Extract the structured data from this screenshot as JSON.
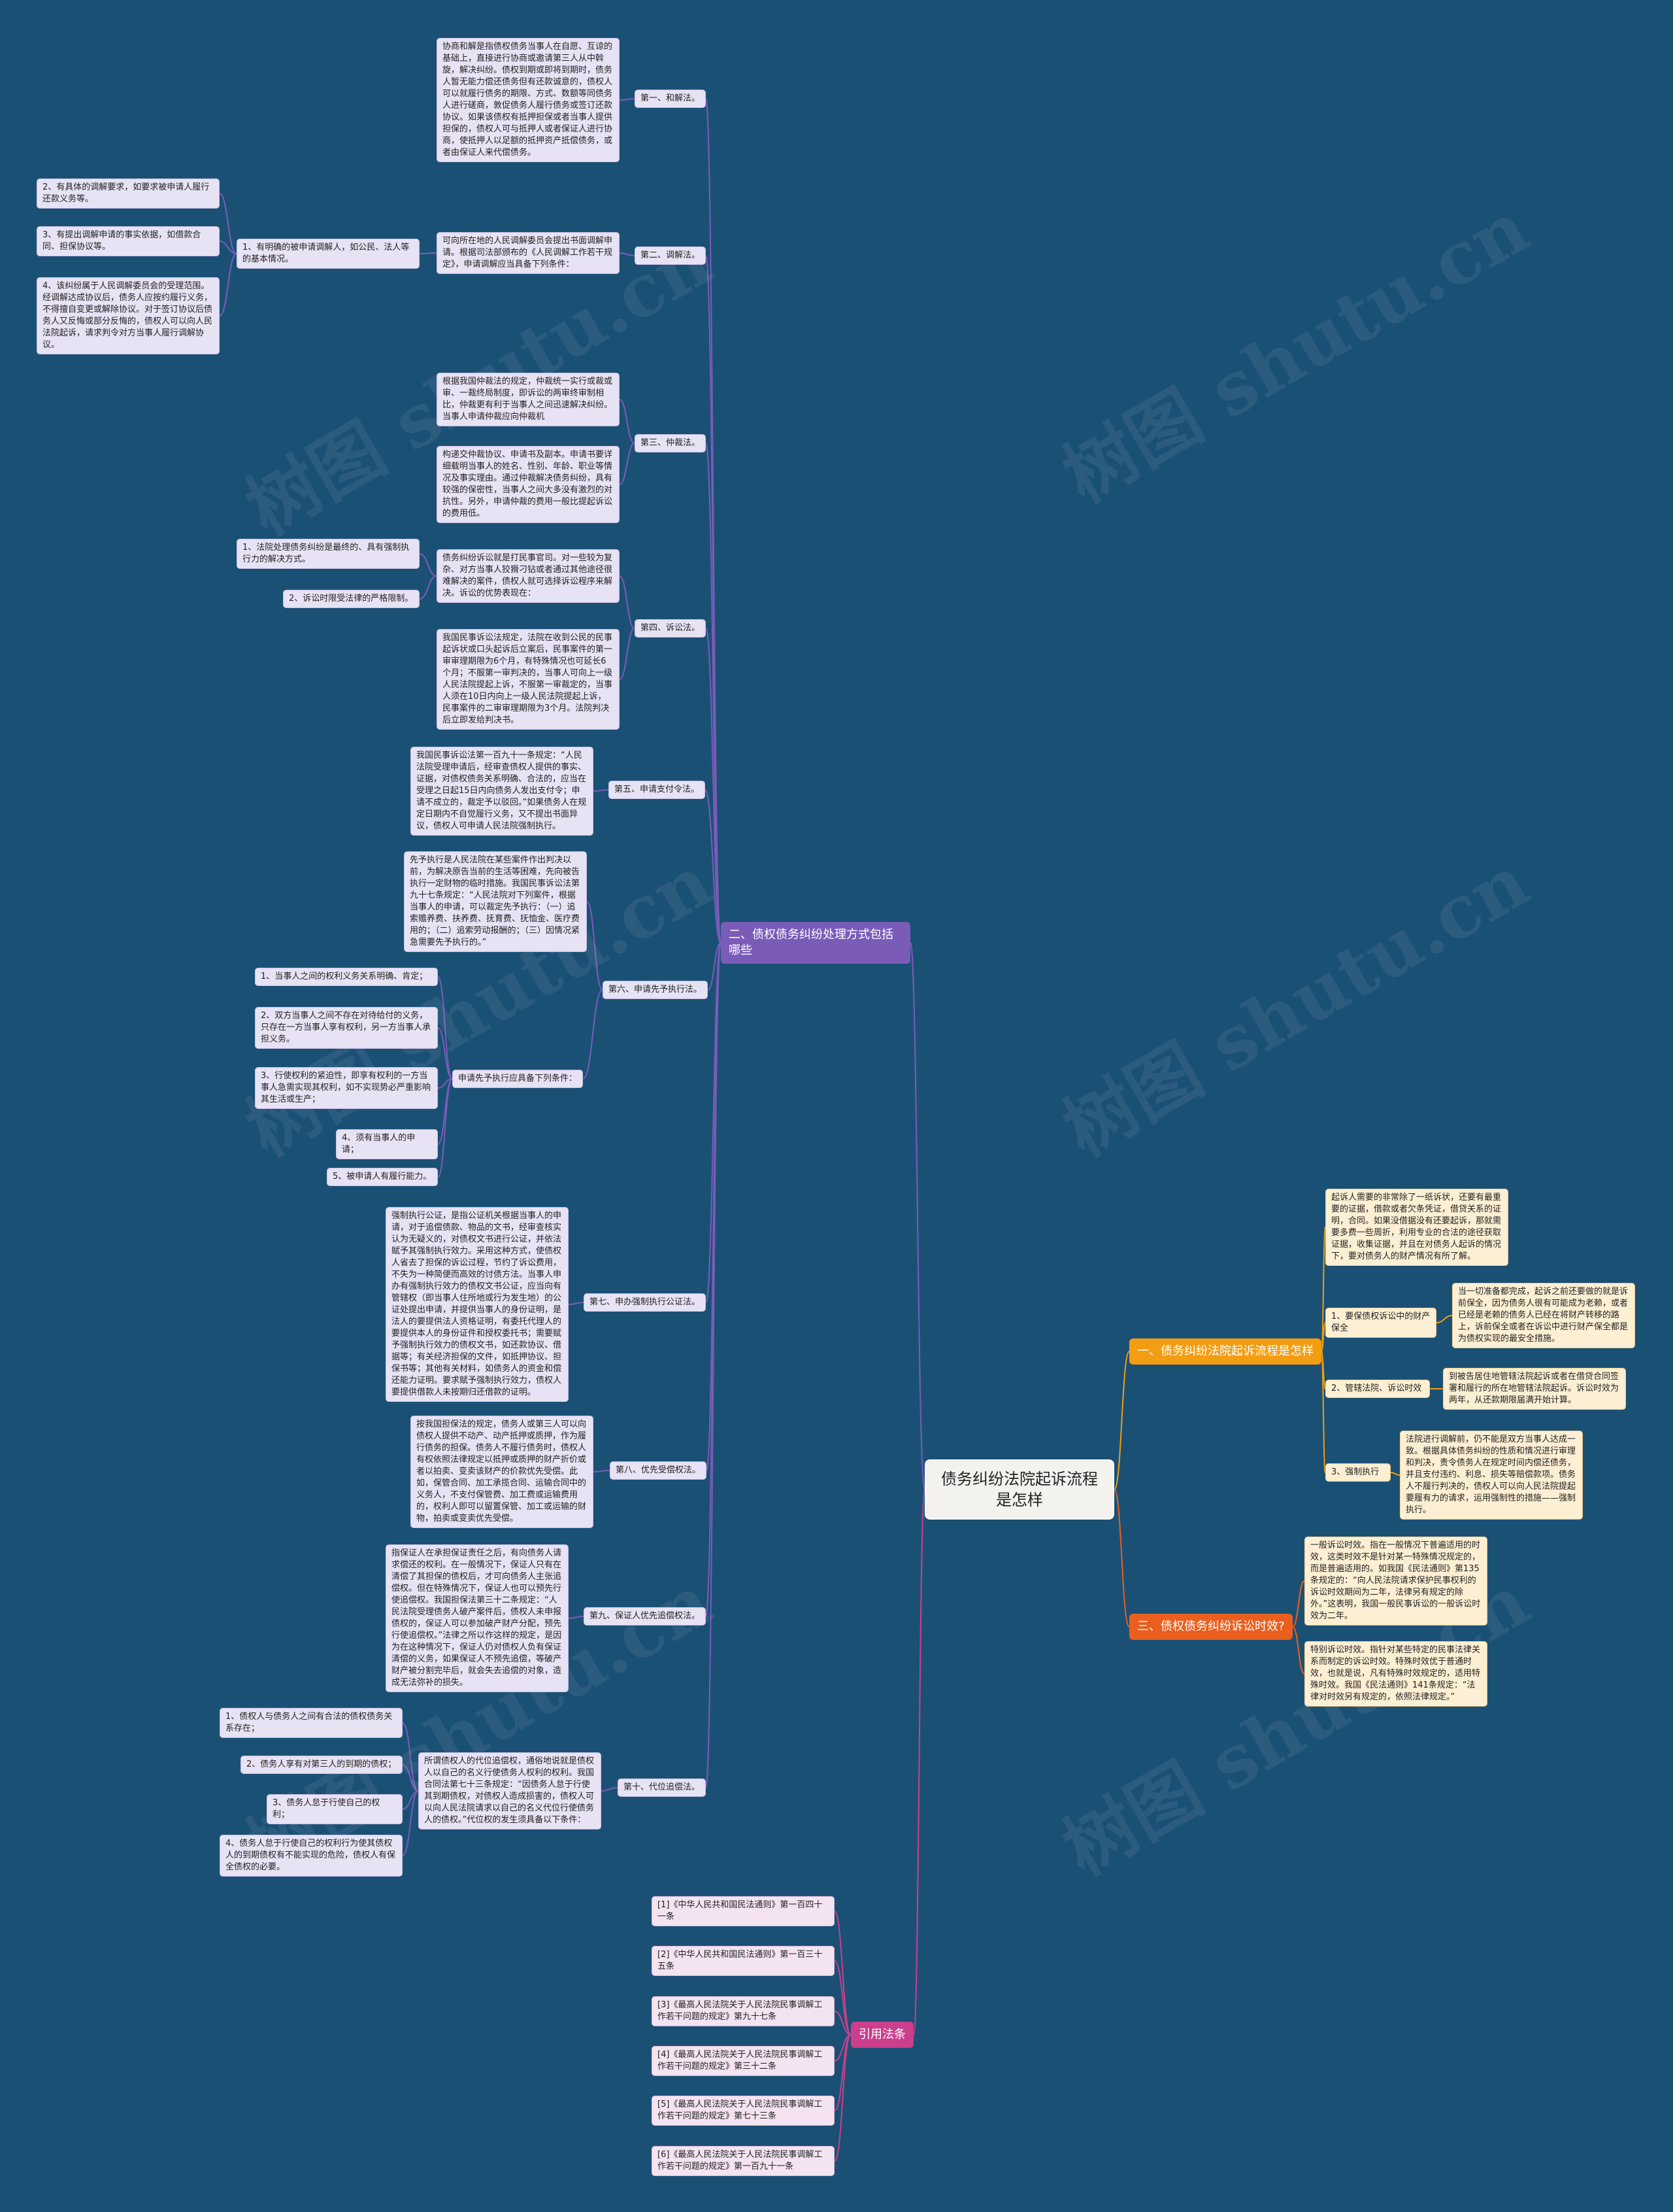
{
  "root": "债务纠纷法院起诉流程是怎样",
  "watermark": "树图 shutu.cn",
  "colors": {
    "background": "#1b5075",
    "purple": "#7a5cb8",
    "orange": "#f29d12",
    "red": "#ea5f1e",
    "pink": "#cb3f8c"
  },
  "branch2": {
    "title": "二、债权债务纠纷处理方式包括哪些",
    "items": [
      {
        "label": "第一、和解法。",
        "texts": [
          "协商和解是指债权债务当事人在自愿、互谅的基础上，直接进行协商或邀请第三人从中斡旋，解决纠纷。债权到期或即将到期时，债务人暂无能力偿还债务但有还款诚意的，债权人可以就履行债务的期限、方式、数额等同债务人进行磋商，敦促债务人履行债务或签订还款协议。如果该债权有抵押担保或者当事人提供担保的，债权人可与抵押人或者保证人进行协商，使抵押人以足额的抵押资产抵偿债务，或者由保证人来代偿债务。"
        ]
      },
      {
        "label": "第二、调解法。",
        "texts": [
          "可向所在地的人民调解委员会提出书面调解申请。根据司法部颁布的《人民调解工作若干规定》，申请调解应当具备下列条件："
        ],
        "sub": {
          "label": "1、有明确的被申请调解人，如公民、法人等的基本情况。",
          "texts": [
            "2、有具体的调解要求，如要求被申请人履行还款义务等。",
            "3、有提出调解申请的事实依据，如借款合同、担保协议等。",
            "4、该纠纷属于人民调解委员会的受理范围。经调解达成协议后，债务人应按约履行义务，不得擅自变更或解除协议。对于签订协议后债务人又反悔或部分反悔的，债权人可以向人民法院起诉，请求判令对方当事人履行调解协议。"
          ]
        }
      },
      {
        "label": "第三、仲裁法。",
        "texts": [
          "根据我国仲裁法的规定，仲裁统一实行或裁或审、一裁终局制度，即诉讼的两审终审制相比，仲裁更有利于当事人之间迅速解决纠纷。当事人申请仲裁应向仲裁机",
          "构递交仲裁协议、申请书及副本。申请书要详细载明当事人的姓名、性别、年龄、职业等情况及事实理由。通过仲裁解决债务纠纷，具有较强的保密性，当事人之间大多没有激烈的对抗性。另外，申请仲裁的费用一般比提起诉讼的费用低。"
        ]
      },
      {
        "label": "第四、诉讼法。",
        "texts": [
          "债务纠纷诉讼就是打民事官司。对一些较为复杂、对方当事人狡猾刁钻或者通过其他途径很难解决的案件，债权人就可选择诉讼程序来解决。诉讼的优势表现在：",
          "我国民事诉讼法规定，法院在收到公民的民事起诉状或口头起诉后立案后，民事案件的第一审审理期限为6个月，有特殊情况也可延长6个月；不服第一审判决的，当事人可向上一级人民法院提起上诉，不服第一审裁定的，当事人须在10日内向上一级人民法院提起上诉，民事案件的二审审理期限为3个月。法院判决后立即发给判决书。"
        ],
        "notes": [
          "1、法院处理债务纠纷是最终的、具有强制执行力的解决方式。",
          "2、诉讼时限受法律的严格限制。"
        ]
      },
      {
        "label": "第五、申请支付令法。",
        "texts": [
          "我国民事诉讼法第一百九十一条规定：“人民法院受理申请后，经审查债权人提供的事实、证据，对债权债务关系明确、合法的，应当在受理之日起15日内向债务人发出支付令；申请不成立的，裁定予以驳回。”如果债务人在规定日期内不自觉履行义务，又不提出书面异议，债权人可申请人民法院强制执行。"
        ]
      },
      {
        "label": "第六、申请先予执行法。",
        "texts": [
          "先予执行是人民法院在某些案件作出判决以前，为解决原告当前的生活等困难，先向被告执行一定财物的临时措施。我国民事诉讼法第九十七条规定：“人民法院对下列案件，根据当事人的申请，可以裁定先予执行：（一）追索赡养费、扶养费、抚育费、抚恤金、医疗费用的；（二）追索劳动报酬的；（三）因情况紧急需要先予执行的。”"
        ],
        "sub": {
          "label": "申请先予执行应具备下列条件：",
          "texts": [
            "1、当事人之间的权利义务关系明确、肯定；",
            "2、双方当事人之间不存在对待给付的义务，只存在一方当事人享有权利，另一方当事人承担义务。",
            "3、行使权利的紧迫性，即享有权利的一方当事人急需实现其权利，如不实现势必严重影响其生活或生产；",
            "4、须有当事人的申请；",
            "5、被申请人有履行能力。"
          ]
        }
      },
      {
        "label": "第七、申办强制执行公证法。",
        "texts": [
          "强制执行公证，是指公证机关根据当事人的申请，对于追偿债款、物品的文书，经审查核实认为无疑义的，对债权文书进行公证，并依法赋予其强制执行效力。采用这种方式，使债权人省去了担保的诉讼过程，节约了诉讼费用，不失为一种简便而高效的讨债方法。当事人申办有强制执行效力的债权文书公证，应当向有管辖权（即当事人住所地或行为发生地）的公证处提出申请，并提供当事人的身份证明，是法人的要提供法人资格证明，有委托代理人的要提供本人的身份证件和授权委托书；需要赋予强制执行效力的债权文书，如还款协议、借据等；有关经济担保的文件，如抵押协议、担保书等；其他有关材料，如债务人的资金和偿还能力证明。要求赋予强制执行效力，债权人要提供借款人未按期归还借款的证明。"
        ]
      },
      {
        "label": "第八、优先受偿权法。",
        "texts": [
          "按我国担保法的规定，债务人或第三人可以向债权人提供不动产、动产抵押或质押，作为履行债务的担保。债务人不履行债务时，债权人有权依照法律规定以抵押或质押的财产折价或者以拍卖、变卖该财产的价款优先受偿。此如，保管合同、加工承揽合同、运输合同中的义务人，不支付保管费、加工费或运输费用的，权利人即可以留置保管、加工或运输的财物，拍卖或变卖优先受偿。"
        ]
      },
      {
        "label": "第九、保证人优先追偿权法。",
        "texts": [
          "指保证人在承担保证责任之后，有向债务人请求偿还的权利。在一般情况下，保证人只有在清偿了其担保的债权后，才可向债务人主张追偿权。但在特殊情况下，保证人也可以预先行使追偿权。我国担保法第三十二条规定：“人民法院受理债务人破产案件后，债权人未申报债权的，保证人可以参加破产财产分配，预先行使追偿权。”法律之所以作这样的规定，是因为在这种情况下，保证人仍对债权人负有保证清偿的义务，如果保证人不预先追偿，等破产财产被分割完毕后，就会失去追偿的对象，造成无法弥补的损失。"
        ]
      },
      {
        "label": "第十、代位追偿法。",
        "texts": [
          "所谓债权人的代位追偿权，通俗地说就是债权人以自己的名义行使债务人权利的权利。我国合同法第七十三条规定：“因债务人怠于行使其到期债权，对债权人造成损害的，债权人可以向人民法院请求以自己的名义代位行使债务人的债权。”代位权的发生须具备以下条件："
        ],
        "notes": [
          "1、债权人与债务人之间有合法的债权债务关系存在；",
          "2、债务人享有对第三人的到期的债权；",
          "3、债务人怠于行使自己的权利；",
          "4、债务人怠于行使自己的权利行为使其债权人的到期债权有不能实现的危险，债权人有保全债权的必要。"
        ]
      }
    ]
  },
  "branch1": {
    "title": "一、债务纠纷法院起诉流程是怎样",
    "intro": "起诉人需要的非常除了一纸诉状，还要有最重要的证据，借款或者欠条凭证，借贷关系的证明，合同。如果没借据没有还要起诉，那就需要多费一些周折，利用专业的合法的途径获取证据，收集证据，并且在对债务人起诉的情况下，要对债务人的财产情况有所了解。",
    "steps": [
      {
        "label": "1、要保债权诉讼中的财产保全",
        "text": "当一切准备都完成，起诉之前还要做的就是诉前保全，因为债务人很有可能成为老赖，或者已经是老赖的债务人已经在将财产转移的路上，诉前保全或者在诉讼中进行财产保全都是为债权实现的最安全措施。"
      },
      {
        "label": "2、管辖法院、诉讼时效",
        "text": "到被告居住地管辖法院起诉或者在借贷合同签署和履行的所在地管辖法院起诉。诉讼时效为两年，从还款期限届满开始计算。"
      },
      {
        "label": "3、强制执行",
        "text": "法院进行调解前，仍不能是双方当事人达成一致。根据具体债务纠纷的性质和情况进行审理和判决，责令债务人在规定时间内偿还债务，并且支付违约、利息、损失等赔偿款项。债务人不履行判决的，债权人可以向人民法院提起要履有力的请求，运用强制性的措施——强制执行。"
      }
    ]
  },
  "branch3": {
    "title": "三、债权债务纠纷诉讼时效?",
    "texts": [
      "一般诉讼时效。指在一般情况下普遍适用的时效，这类时效不是针对某一特殊情况规定的，而是普遍适用的。如我国《民法通则》第135条规定的：“向人民法院请求保护民事权利的诉讼时效期间为二年，法律另有规定的除外。”这表明，我国一般民事诉讼的一般诉讼时效为二年。",
      "特别诉讼时效。指针对某些特定的民事法律关系而制定的诉讼时效。特殊时效优于普通时效，也就是说，凡有特殊时效规定的，适用特殊时效。我国《民法通则》141条规定：“法律对时效另有规定的，依照法律规定。”"
    ]
  },
  "refs": {
    "title": "引用法条",
    "items": [
      "[1]《中华人民共和国民法通则》第一百四十一条",
      "[2]《中华人民共和国民法通则》第一百三十五条",
      "[3]《最高人民法院关于人民法院民事调解工作若干问题的规定》第九十七条",
      "[4]《最高人民法院关于人民法院民事调解工作若干问题的规定》第三十二条",
      "[5]《最高人民法院关于人民法院民事调解工作若干问题的规定》第七十三条",
      "[6]《最高人民法院关于人民法院民事调解工作若干问题的规定》第一百九十一条"
    ]
  }
}
